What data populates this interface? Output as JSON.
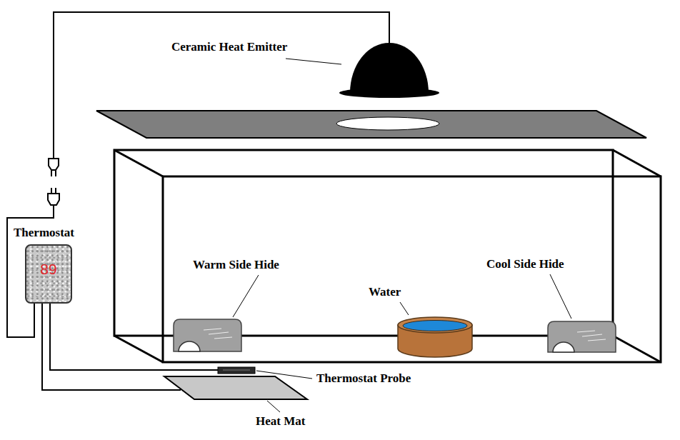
{
  "diagram": {
    "nodes": [
      {
        "text": [
          "Thermostat",
          "89"
        ]
      }
    ],
    "labels": [
      "Ceramic Heat Emitter",
      "Warm Side Hide",
      "Water",
      "Cool Side Hide",
      "Thermostat Probe",
      "Heat Mat"
    ]
  }
}
